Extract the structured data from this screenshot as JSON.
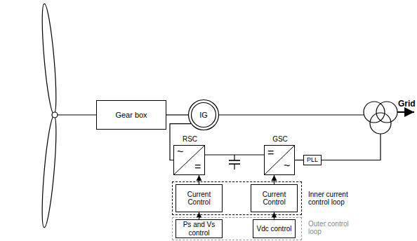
{
  "diagram": {
    "nodes": [
      {
        "text": [
          "Gear box"
        ]
      },
      {
        "text": [
          "IG"
        ]
      },
      {
        "text": [
          "RSC",
          "~",
          "="
        ]
      },
      {
        "text": [
          "GSC",
          "=",
          "~"
        ]
      },
      {
        "text": [
          "PLL"
        ]
      },
      {
        "text": [
          "Inner current control loop"
        ]
      },
      {
        "text": [
          "Current Control"
        ],
        "in": 5
      },
      {
        "text": [
          "Current Control"
        ],
        "in": 5
      },
      {
        "text": [
          "Outer control loop"
        ]
      },
      {
        "text": [
          "Ps and Vs control"
        ],
        "in": 8
      },
      {
        "text": [
          "Vdc control"
        ],
        "in": 8
      }
    ],
    "edges": [
      {
        "from": 0,
        "to": 1,
        "arrow": "none"
      },
      {
        "from": 1,
        "to": 2,
        "arrow": "none"
      },
      {
        "from": 2,
        "to": 3,
        "arrow": "none"
      },
      {
        "from": 3,
        "to": 4,
        "arrow": "none"
      },
      {
        "from": 6,
        "to": 2,
        "arrow": "to"
      },
      {
        "from": 7,
        "to": 3,
        "arrow": "to"
      },
      {
        "from": 9,
        "to": 6,
        "arrow": "to"
      },
      {
        "from": 10,
        "to": 7,
        "arrow": "to"
      }
    ],
    "labels": [
      "Grid"
    ]
  }
}
